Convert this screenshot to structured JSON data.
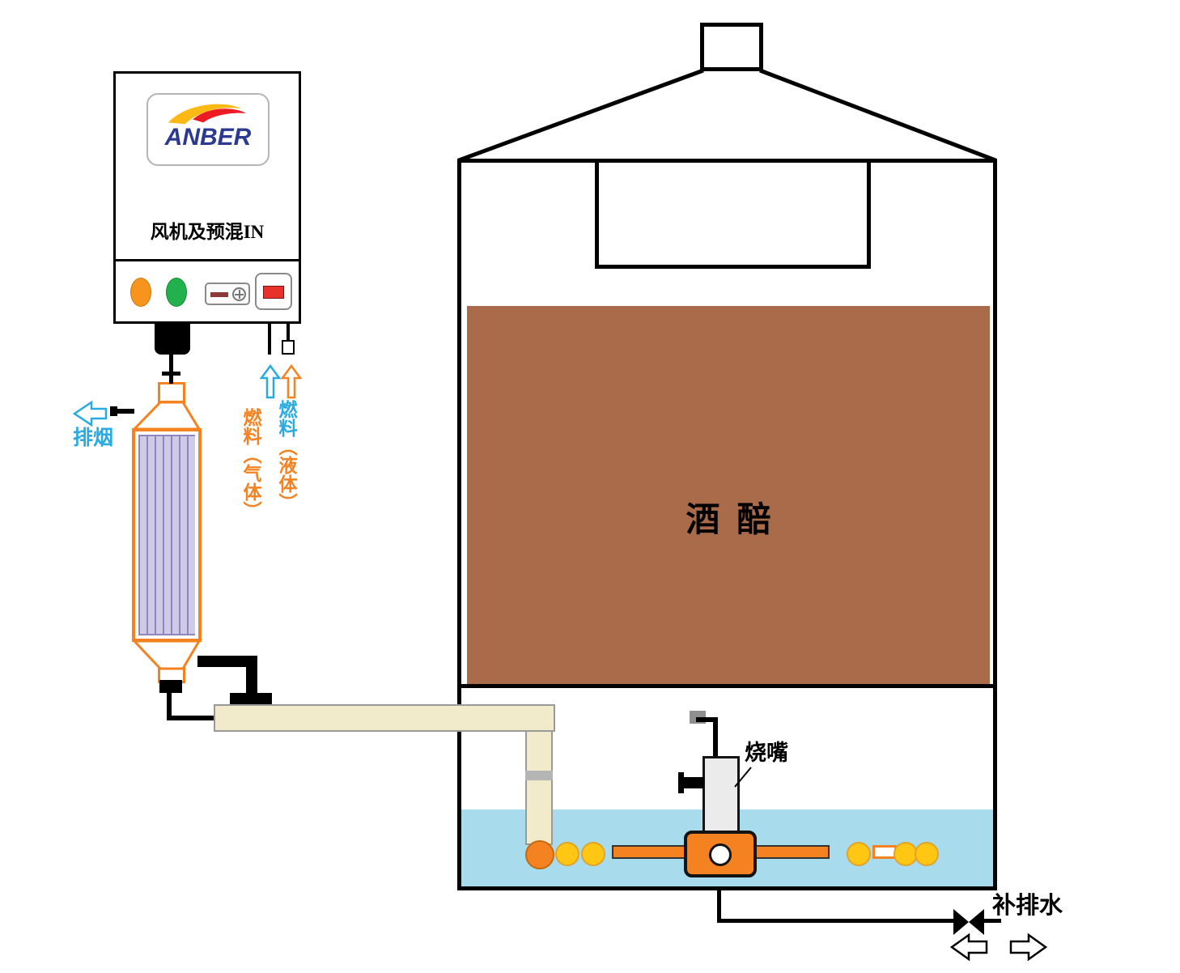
{
  "control_box": {
    "brand": "ANBER",
    "label": "风机及预混IN"
  },
  "labels": {
    "exhaust": "排烟",
    "fuel_liquid_prefix": "燃料",
    "fuel_liquid_suffix": "（液体）",
    "fuel_gas": "燃料（气体）",
    "vessel_content": "酒  醅",
    "burner_nozzle": "烧嘴",
    "water_supply_drain": "补排水"
  },
  "colors": {
    "brown": "#A96B4A",
    "water": "#A8DCEC",
    "beige": "#F1EBCB",
    "orange": "#F58220",
    "cyan": "#29ABE2",
    "yellow": "#FFC613",
    "lavender": "#CFCAE6",
    "lavender_dark": "#8F86BE",
    "green": "#22B14C",
    "logo_blue": "#2B3990",
    "signal_red": "#E8312A",
    "indicator_orange": "#F7941D"
  }
}
